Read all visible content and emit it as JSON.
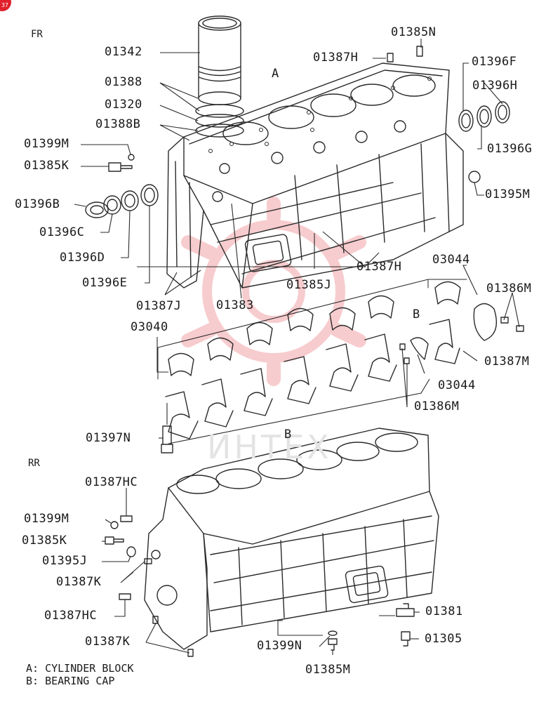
{
  "page": {
    "badge": "37"
  },
  "views": {
    "front": "FR",
    "rear": "RR"
  },
  "callouts": {
    "a": "A",
    "b": "B",
    "b_lower": "B"
  },
  "watermark": {
    "text": "ИНТЕХ",
    "color": "#e8303a"
  },
  "labels": {
    "p01342": "01342",
    "p01385N": "01385N",
    "p01387H_top": "01387H",
    "p01396F": "01396F",
    "p01396H": "01396H",
    "p01388": "01388",
    "p01320": "01320",
    "p01388B": "01388B",
    "p01399M_top": "01399M",
    "p01385K_top": "01385K",
    "p01396G": "01396G",
    "p01396B": "01396B",
    "p01395M": "01395M",
    "p01396C": "01396C",
    "p01396D": "01396D",
    "p01387H_mid": "01387H",
    "p03044_top": "03044",
    "p01396E": "01396E",
    "p01385J": "01385J",
    "p01386M_top": "01386M",
    "p01387J": "01387J",
    "p01383": "01383",
    "p03040": "03040",
    "p01387M": "01387M",
    "p03044_bot": "03044",
    "p01386M_bot": "01386M",
    "p01397N": "01397N",
    "p01387HC_top": "01387HC",
    "p01399M_bot": "01399M",
    "p01385K_bot": "01385K",
    "p01395J": "01395J",
    "p01387K_mid": "01387K",
    "p01381": "01381",
    "p01387HC_bot": "01387HC",
    "p01305": "01305",
    "p01387K_bot": "01387K",
    "p01399N": "01399N",
    "p01385M": "01385M"
  },
  "legend": {
    "a": "A: CYLINDER BLOCK",
    "b": "B: BEARING CAP"
  }
}
